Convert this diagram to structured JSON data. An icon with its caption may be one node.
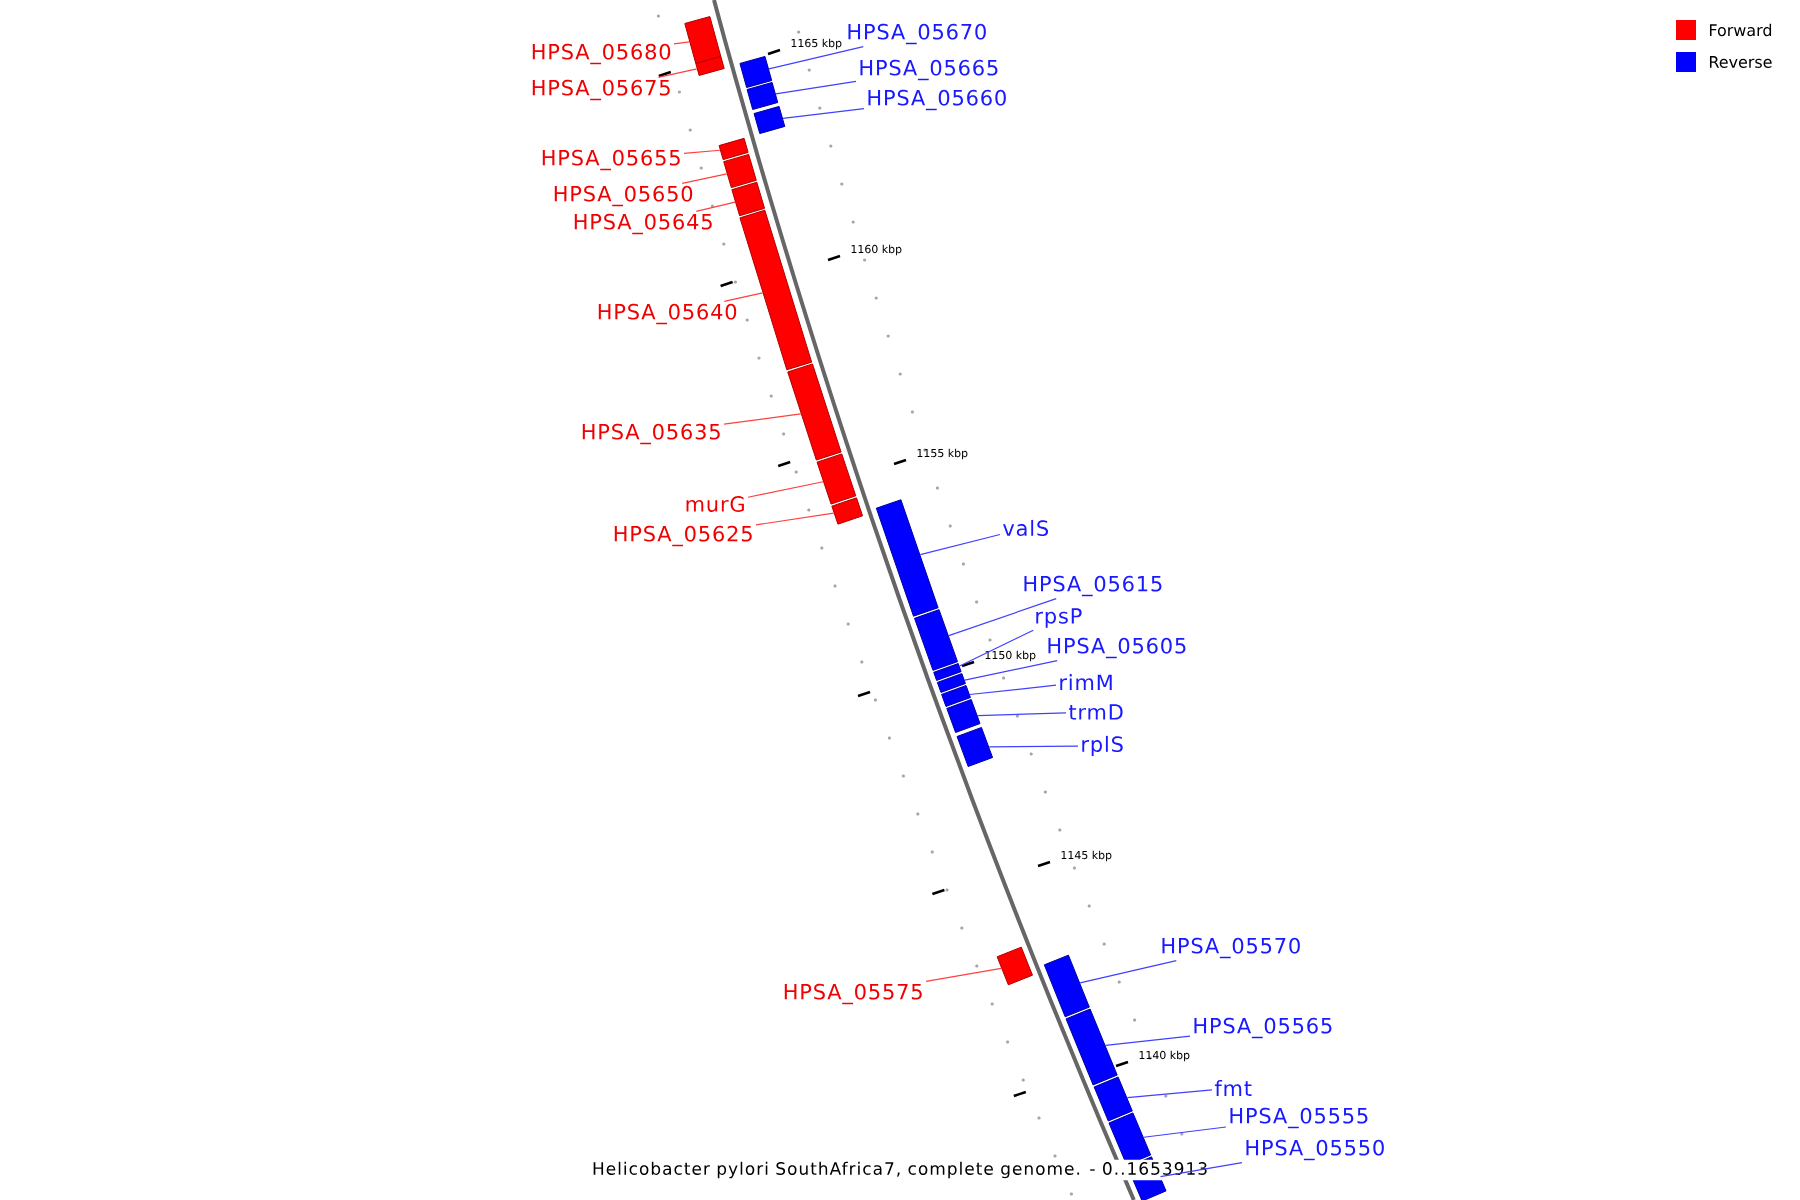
{
  "diagram": {
    "caption": "Helicobacter pylori SouthAfrica7, complete genome. - 0..1653913",
    "nodes": [
      {
        "text": [
          "HPSA_05670"
        ]
      },
      {
        "text": [],
        "shape": "bar"
      },
      {
        "text": [
          "HPSA_05680"
        ]
      },
      {
        "text": [],
        "shape": "bar"
      },
      {
        "text": [
          "HPSA_05665"
        ]
      },
      {
        "text": [],
        "shape": "bar"
      },
      {
        "text": [
          "HPSA_05675"
        ]
      },
      {
        "text": [],
        "shape": "bar"
      },
      {
        "text": [
          "HPSA_05660"
        ]
      },
      {
        "text": [],
        "shape": "bar"
      },
      {
        "text": [
          "HPSA_05655"
        ]
      },
      {
        "text": [],
        "shape": "bar"
      },
      {
        "text": [
          "HPSA_05650"
        ]
      },
      {
        "text": [],
        "shape": "bar"
      },
      {
        "text": [
          "HPSA_05645"
        ]
      },
      {
        "text": [],
        "shape": "bar"
      },
      {
        "text": [
          "HPSA_05640"
        ]
      },
      {
        "text": [],
        "shape": "bar"
      },
      {
        "text": [
          "HPSA_05635"
        ]
      },
      {
        "text": [],
        "shape": "bar"
      },
      {
        "text": [
          "murG"
        ]
      },
      {
        "text": [],
        "shape": "bar"
      },
      {
        "text": [
          "valS"
        ]
      },
      {
        "text": [],
        "shape": "bar"
      },
      {
        "text": [
          "HPSA_05625"
        ]
      },
      {
        "text": [],
        "shape": "bar"
      },
      {
        "text": [
          "HPSA_05615"
        ]
      },
      {
        "text": [],
        "shape": "bar"
      },
      {
        "text": [
          "rpsP"
        ]
      },
      {
        "text": [],
        "shape": "bar"
      },
      {
        "text": [
          "HPSA_05605"
        ]
      },
      {
        "text": [],
        "shape": "bar"
      },
      {
        "text": [
          "rimM"
        ]
      },
      {
        "text": [],
        "shape": "bar"
      },
      {
        "text": [
          "trmD"
        ]
      },
      {
        "text": [],
        "shape": "bar"
      },
      {
        "text": [
          "rplS"
        ]
      },
      {
        "text": [],
        "shape": "bar"
      },
      {
        "text": [
          "HPSA_05570"
        ]
      },
      {
        "text": [],
        "shape": "bar"
      },
      {
        "text": [
          "HPSA_05575"
        ]
      },
      {
        "text": [],
        "shape": "bar"
      },
      {
        "text": [
          "HPSA_05565"
        ]
      },
      {
        "text": [],
        "shape": "bar"
      },
      {
        "text": [
          "fmt"
        ]
      },
      {
        "text": [],
        "shape": "bar"
      },
      {
        "text": [
          "HPSA_05555"
        ]
      },
      {
        "text": [],
        "shape": "bar"
      },
      {
        "text": [
          "HPSA_05550"
        ]
      },
      {
        "text": [],
        "shape": "bar"
      }
    ],
    "edges": [
      {
        "from": 0,
        "to": 1,
        "arrow": "none"
      },
      {
        "from": 2,
        "to": 3,
        "arrow": "none",
        "color": "#ff4040"
      },
      {
        "from": 4,
        "to": 5,
        "arrow": "none"
      },
      {
        "from": 6,
        "to": 7,
        "arrow": "none",
        "color": "#ff4040"
      },
      {
        "from": 8,
        "to": 9,
        "arrow": "none"
      },
      {
        "from": 10,
        "to": 11,
        "arrow": "none",
        "color": "#ff4040"
      },
      {
        "from": 12,
        "to": 13,
        "arrow": "none",
        "color": "#ff4040"
      },
      {
        "from": 14,
        "to": 15,
        "arrow": "none",
        "color": "#ff4040"
      },
      {
        "from": 16,
        "to": 17,
        "arrow": "none",
        "color": "#ff4040"
      },
      {
        "from": 18,
        "to": 19,
        "arrow": "none",
        "color": "#ff4040"
      },
      {
        "from": 20,
        "to": 21,
        "arrow": "none",
        "color": "#ff4040"
      },
      {
        "from": 22,
        "to": 23,
        "arrow": "none"
      },
      {
        "from": 24,
        "to": 25,
        "arrow": "none",
        "color": "#ff4040"
      },
      {
        "from": 26,
        "to": 27,
        "arrow": "none"
      },
      {
        "from": 28,
        "to": 29,
        "arrow": "none"
      },
      {
        "from": 30,
        "to": 31,
        "arrow": "none"
      },
      {
        "from": 32,
        "to": 33,
        "arrow": "none"
      },
      {
        "from": 34,
        "to": 35,
        "arrow": "none"
      },
      {
        "from": 36,
        "to": 37,
        "arrow": "none"
      },
      {
        "from": 38,
        "to": 39,
        "arrow": "none"
      },
      {
        "from": 40,
        "to": 41,
        "arrow": "none",
        "color": "#ff4040"
      },
      {
        "from": 42,
        "to": 43,
        "arrow": "none"
      },
      {
        "from": 44,
        "to": 45,
        "arrow": "none"
      },
      {
        "from": 46,
        "to": 47,
        "arrow": "none"
      },
      {
        "from": 48,
        "to": 49,
        "arrow": "none"
      }
    ],
    "labels": [
      "1165 kbp",
      "1160 kbp",
      "1155 kbp",
      "1150 kbp",
      "1145 kbp",
      "1140 kbp"
    ],
    "legend": [
      {
        "text": "Forward",
        "color": "#ff0000"
      },
      {
        "text": "Reverse",
        "color": "#0000ff"
      }
    ]
  }
}
